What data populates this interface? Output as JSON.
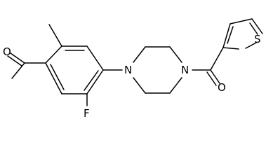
{
  "molecule": {
    "atoms": {
      "O_ketone": "O",
      "F": "F",
      "N_aryl": "N",
      "N_amide": "N",
      "O_amide": "O",
      "S": "S"
    },
    "colors": {
      "bond": "#000000",
      "label": "#000000",
      "background": "#ffffff"
    }
  }
}
